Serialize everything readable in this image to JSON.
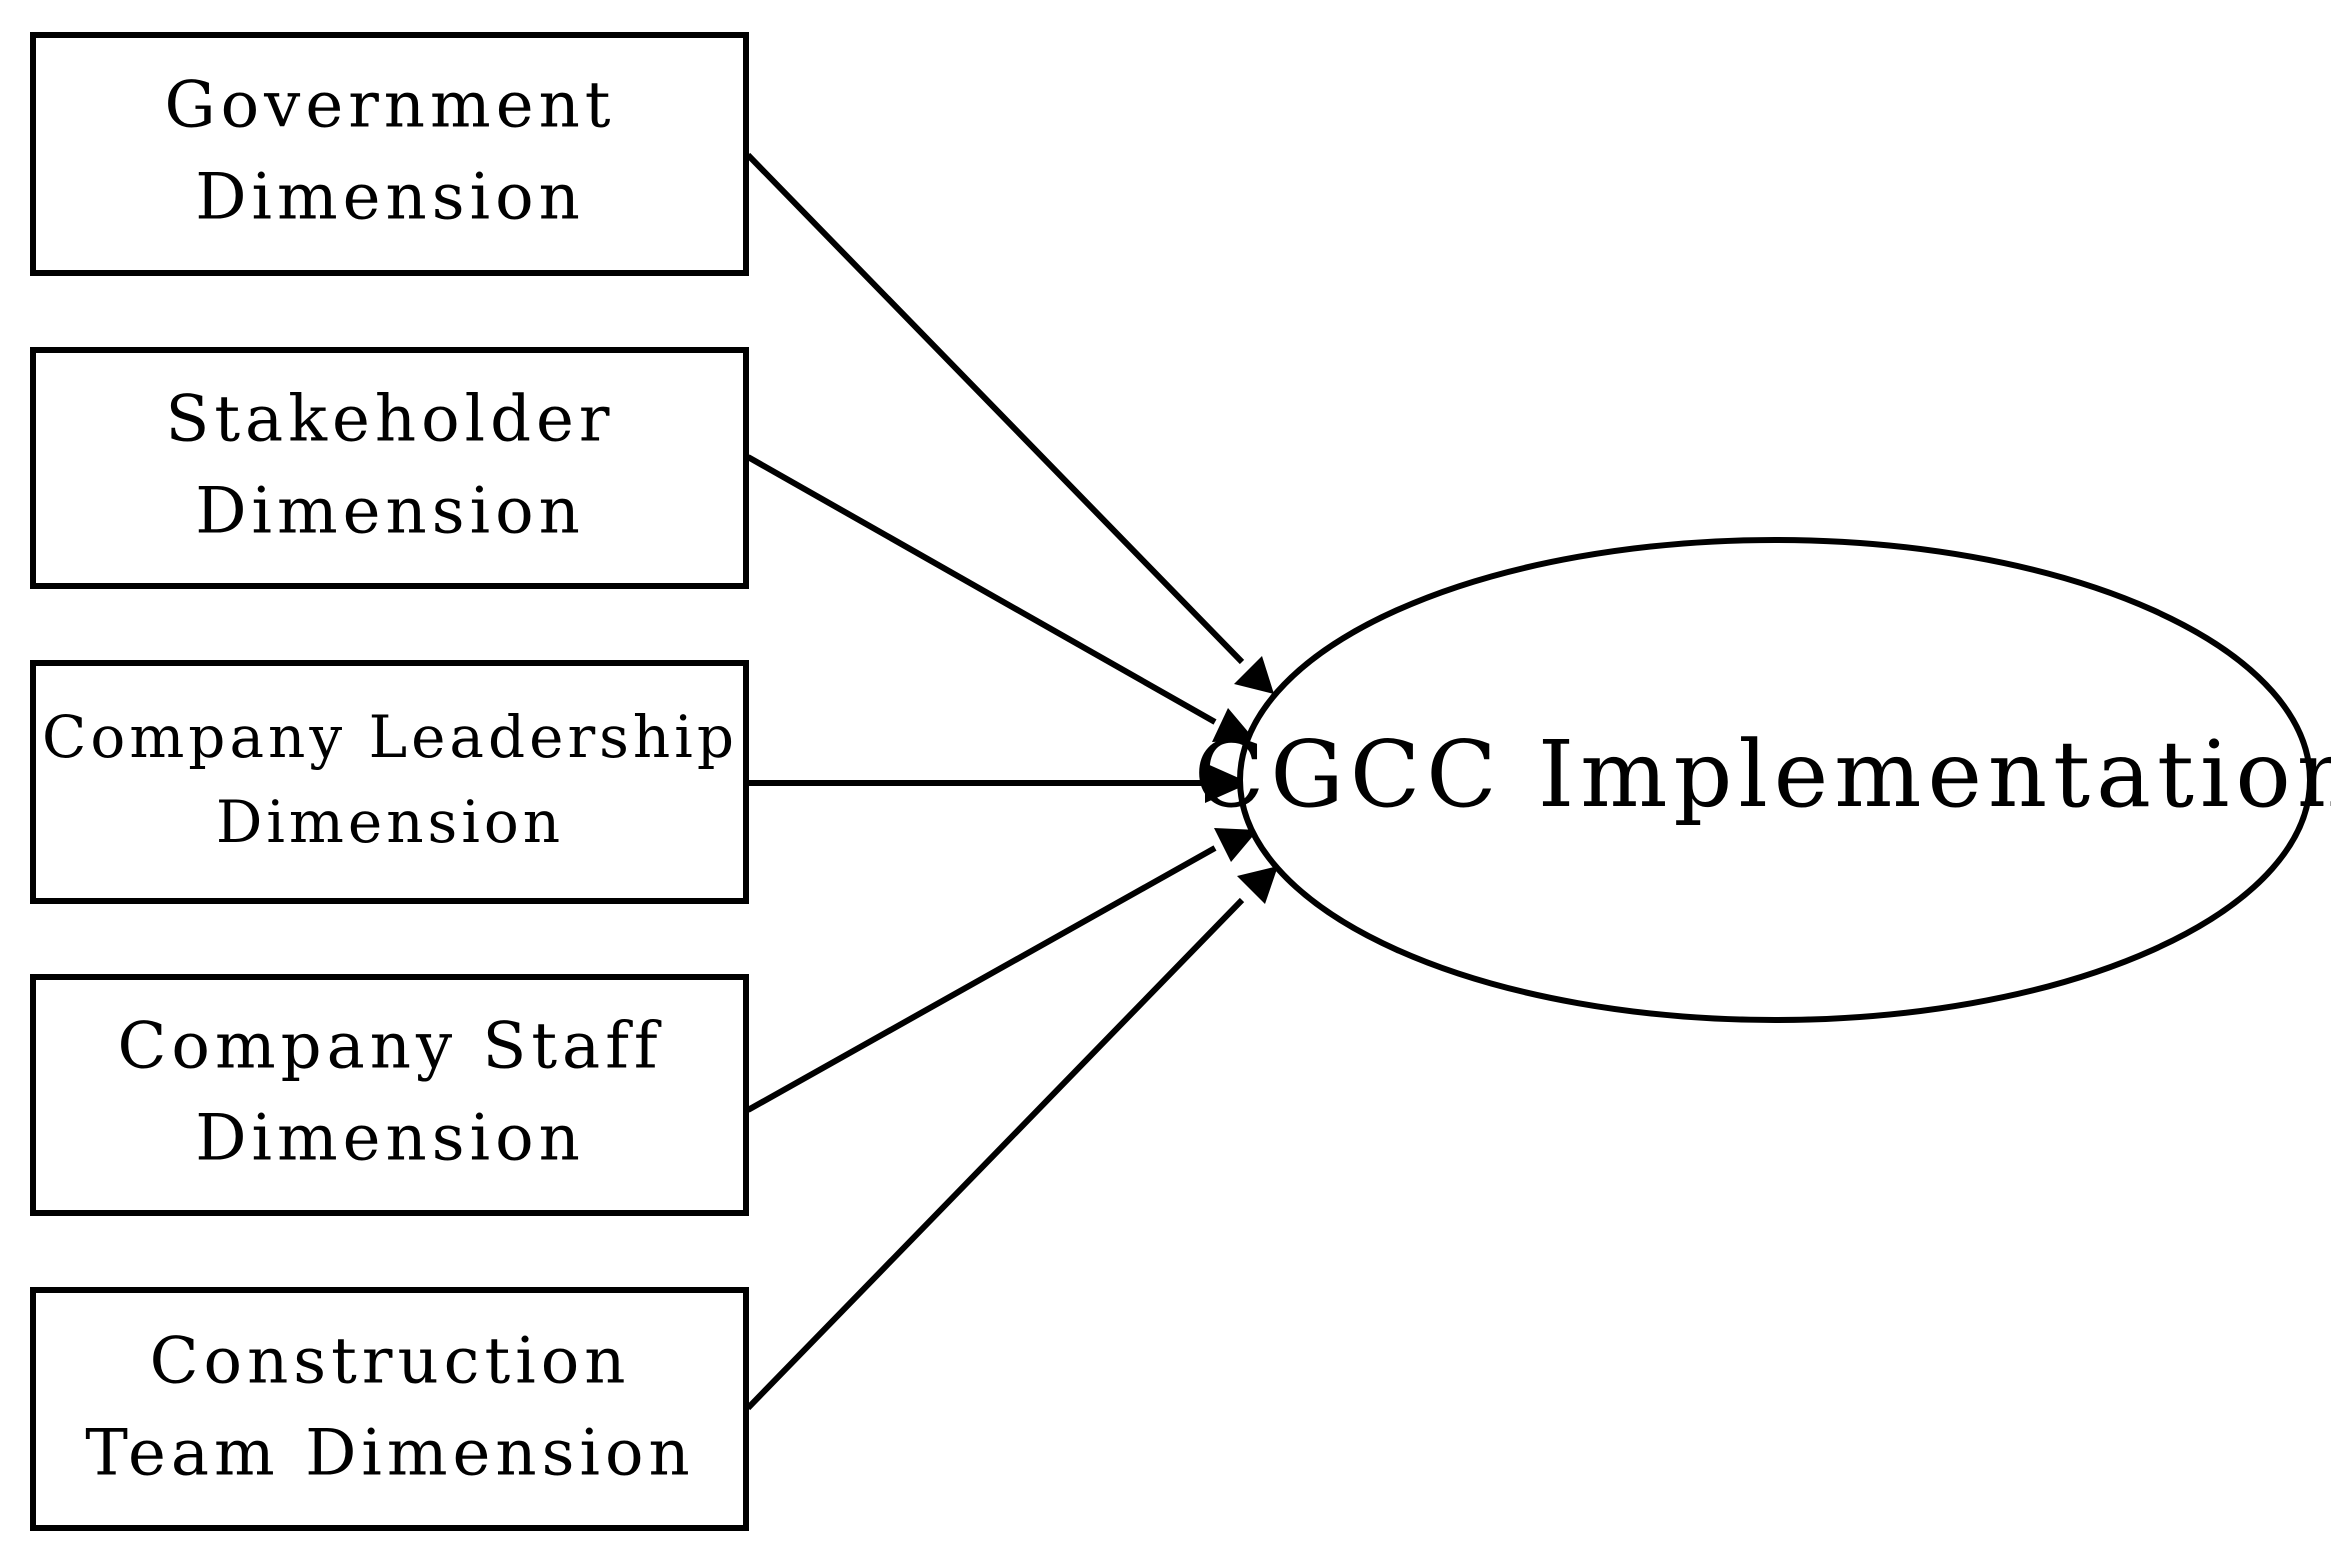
{
  "diagram": {
    "target": {
      "label": "CGCC Implementation"
    },
    "dimensions": [
      {
        "line1": "Government",
        "line2": "Dimension"
      },
      {
        "line1": "Stakeholder",
        "line2": "Dimension"
      },
      {
        "line1": "Company Leadership",
        "line2": "Dimension"
      },
      {
        "line1": "Company Staff",
        "line2": "Dimension"
      },
      {
        "line1": "Construction",
        "line2": "Team Dimension"
      }
    ]
  }
}
